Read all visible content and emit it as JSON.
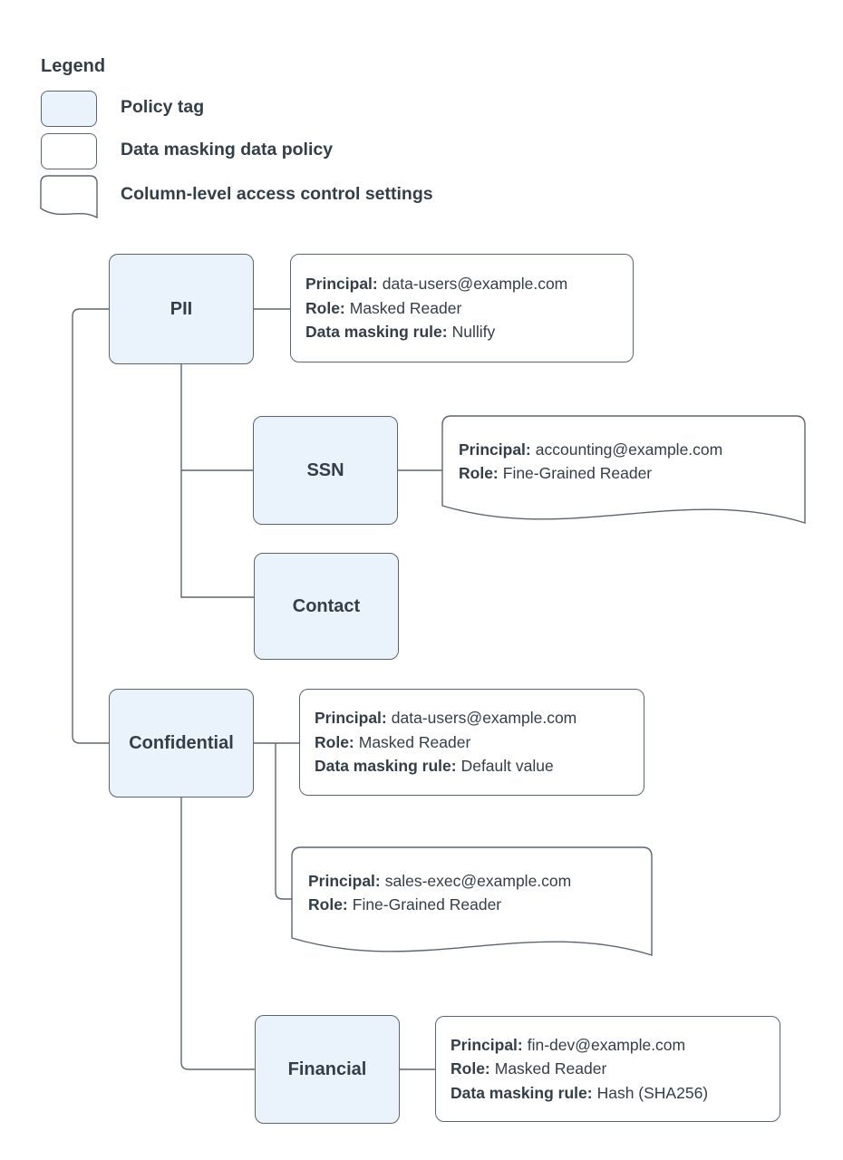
{
  "legend": {
    "title": "Legend",
    "items": [
      {
        "shape": "policy-tag-swatch",
        "label": "Policy tag"
      },
      {
        "shape": "data-policy-swatch",
        "label": "Data masking data policy"
      },
      {
        "shape": "access-control-swatch",
        "label": "Column-level access control settings"
      }
    ]
  },
  "colors": {
    "tag_fill": "#EAF2FB",
    "shape_border": "#5B6570",
    "text": "#333E48",
    "background": "#FFFFFF"
  },
  "field_labels": {
    "principal": "Principal:",
    "role": "Role:",
    "rule": "Data masking rule:"
  },
  "nodes": {
    "pii": {
      "label": "PII"
    },
    "ssn": {
      "label": "SSN"
    },
    "contact": {
      "label": "Contact"
    },
    "confidential": {
      "label": "Confidential"
    },
    "financial": {
      "label": "Financial"
    }
  },
  "policies": {
    "pii_masking": {
      "principal": "data-users@example.com",
      "role": "Masked Reader",
      "rule": "Nullify"
    },
    "ssn_access": {
      "principal": "accounting@example.com",
      "role": "Fine-Grained Reader"
    },
    "confidential_masking": {
      "principal": "data-users@example.com",
      "role": "Masked Reader",
      "rule": "Default value"
    },
    "confidential_access": {
      "principal": "sales-exec@example.com",
      "role": "Fine-Grained Reader"
    },
    "financial_masking": {
      "principal": "fin-dev@example.com",
      "role": "Masked Reader",
      "rule": "Hash (SHA256)"
    }
  }
}
